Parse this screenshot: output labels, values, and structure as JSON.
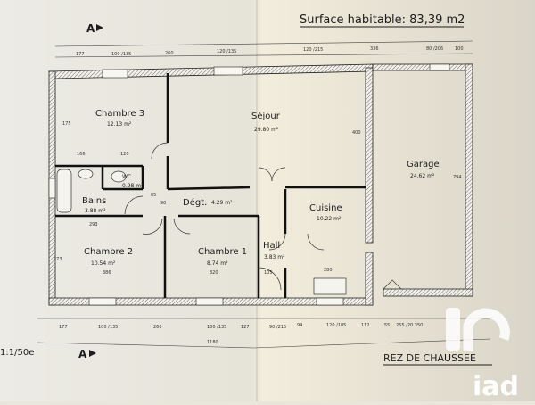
{
  "header": {
    "surface_label": "Surface habitable: 83,39 m2",
    "section_marker": "A",
    "scale": "1:1/50e",
    "level_title": "REZ DE CHAUSSEE",
    "watermark": "iad"
  },
  "rooms": [
    {
      "name": "Chambre 3",
      "area": "12.13 m²"
    },
    {
      "name": "Séjour",
      "area": "29.80 m²"
    },
    {
      "name": "Bains",
      "area": "3.88 m²"
    },
    {
      "name": "WC",
      "area": "0.98 m²"
    },
    {
      "name": "Dégt.",
      "area": "4.29 m²"
    },
    {
      "name": "Chambre 2",
      "area": "10.54 m²"
    },
    {
      "name": "Chambre 1",
      "area": "8.74 m²"
    },
    {
      "name": "Hall",
      "area": "3.83 m²"
    },
    {
      "name": "Cuisine",
      "area": "10.22 m²"
    },
    {
      "name": "Garage",
      "area": "24.62 m²"
    }
  ],
  "dimensions": {
    "top": [
      "177",
      "100 /135",
      "260",
      "120 /135",
      "120 /215",
      "336",
      "80 /206",
      "100"
    ],
    "bottom": [
      "177",
      "100 /135",
      "260",
      "100 /135",
      "127",
      "90 /215",
      "94",
      "120 /105",
      "112",
      "55",
      "255 /20 350"
    ],
    "bottom_total": "1180",
    "interior": [
      "166",
      "120",
      "293",
      "386",
      "320",
      "105",
      "280",
      "85",
      "90",
      "175",
      "273",
      "400",
      "794"
    ]
  },
  "colors": {
    "paper": "#e9e6dc",
    "ink": "#1d1d1d",
    "hatch": "#6a6a6a",
    "watermark": "#ffffff"
  }
}
